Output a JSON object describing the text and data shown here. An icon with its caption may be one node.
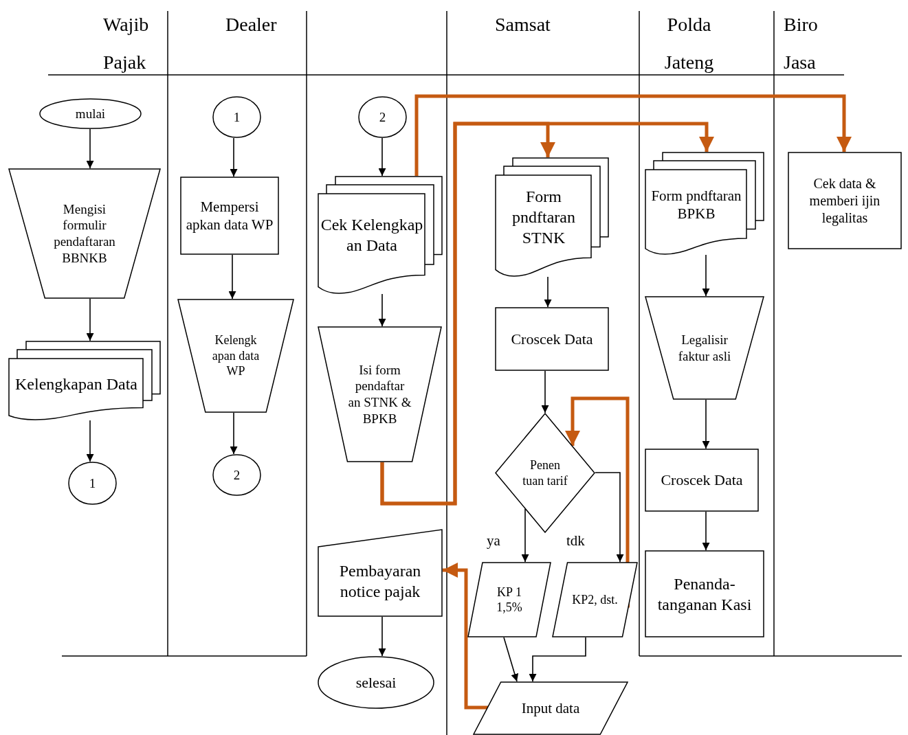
{
  "diagram": {
    "nodes": [
      {
        "text": [
          "mulai"
        ]
      },
      {
        "text": [
          "Mengisi formulir pendaftaran BBNKB"
        ]
      },
      {
        "text": [
          "Kelengkapan Data"
        ]
      },
      {
        "text": [
          "1"
        ]
      },
      {
        "text": [
          "1"
        ]
      },
      {
        "text": [
          "Mempersi apkan data WP"
        ]
      },
      {
        "text": [
          "Kelengk apan data WP"
        ]
      },
      {
        "text": [
          "2"
        ]
      },
      {
        "text": [
          "2"
        ]
      },
      {
        "text": [
          "Cek Kelengkap an Data"
        ]
      },
      {
        "text": [
          "Isi form pendaftar an STNK & BPKB"
        ]
      },
      {
        "text": [
          "Pembayaran notice pajak"
        ]
      },
      {
        "text": [
          "selesai"
        ]
      },
      {
        "text": [
          "Form pndftaran STNK"
        ]
      },
      {
        "text": [
          "Croscek Data"
        ]
      },
      {
        "text": [
          "Penen tuan tarif"
        ]
      },
      {
        "text": [
          "KP 1 1,5%"
        ]
      },
      {
        "text": [
          "KP2, dst."
        ]
      },
      {
        "text": [
          "Input data"
        ]
      },
      {
        "text": [
          "Form pndftaran BPKB"
        ]
      },
      {
        "text": [
          "Legalisir faktur asli"
        ]
      },
      {
        "text": [
          "Croscek Data"
        ]
      },
      {
        "text": [
          "Penanda- tanganan Kasi"
        ]
      },
      {
        "text": [
          "Cek data & memberi ijin legalitas"
        ]
      }
    ],
    "edges": [
      {
        "from": 0,
        "to": 1,
        "arrow": "to"
      },
      {
        "from": 1,
        "to": 2,
        "arrow": "to"
      },
      {
        "from": 2,
        "to": 3,
        "arrow": "to"
      },
      {
        "from": 4,
        "to": 5,
        "arrow": "to"
      },
      {
        "from": 5,
        "to": 6,
        "arrow": "to"
      },
      {
        "from": 6,
        "to": 7,
        "arrow": "to"
      },
      {
        "from": 8,
        "to": 9,
        "arrow": "to"
      },
      {
        "from": 9,
        "to": 10,
        "arrow": "to"
      },
      {
        "from": 9,
        "to": 23,
        "arrow": "to",
        "style": "thick",
        "color": "#c55a11"
      },
      {
        "from": 10,
        "to": 13,
        "arrow": "to",
        "style": "thick",
        "color": "#c55a11"
      },
      {
        "from": 10,
        "to": 19,
        "arrow": "to",
        "style": "thick",
        "color": "#c55a11"
      },
      {
        "from": 13,
        "to": 14,
        "arrow": "to"
      },
      {
        "from": 14,
        "to": 15,
        "arrow": "to"
      },
      {
        "from": 15,
        "to": 16,
        "arrow": "to",
        "label": "ya"
      },
      {
        "from": 15,
        "to": 17,
        "arrow": "to",
        "label": "tdk"
      },
      {
        "from": 17,
        "to": 15,
        "arrow": "to",
        "style": "thick",
        "color": "#c55a11"
      },
      {
        "from": 16,
        "to": 18,
        "arrow": "to"
      },
      {
        "from": 17,
        "to": 18,
        "arrow": "to"
      },
      {
        "from": 18,
        "to": 11,
        "arrow": "to",
        "style": "thick",
        "color": "#c55a11"
      },
      {
        "from": 11,
        "to": 12,
        "arrow": "to"
      },
      {
        "from": 19,
        "to": 20,
        "arrow": "to"
      },
      {
        "from": 20,
        "to": 21,
        "arrow": "to"
      },
      {
        "from": 21,
        "to": 22,
        "arrow": "to"
      }
    ],
    "labels": [
      "Wajib Pajak",
      "Dealer",
      "Samsat",
      "Polda Jateng",
      "Biro Jasa"
    ]
  }
}
